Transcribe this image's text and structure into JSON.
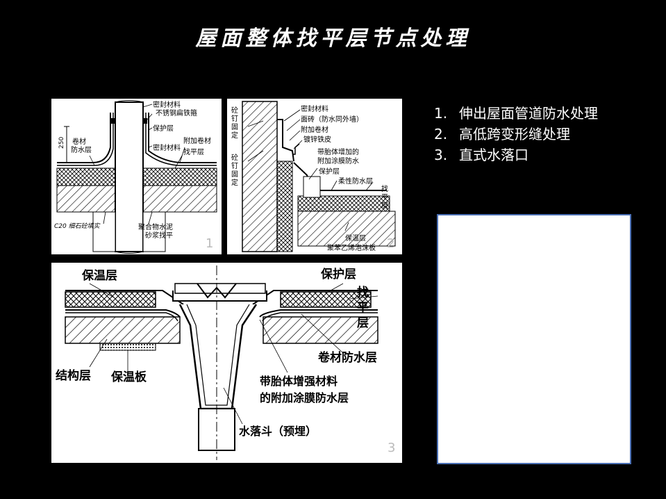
{
  "title": "屋面整体找平层节点处理",
  "list": [
    {
      "num": "1.",
      "text": "伸出屋面管道防水处理"
    },
    {
      "num": "2.",
      "text": "高低跨变形缝处理"
    },
    {
      "num": "3.",
      "text": "直式水落口"
    }
  ],
  "panel1": {
    "number": "1",
    "labels": {
      "sealant": "密封材料",
      "hoop": "不锈钢扁铁箍",
      "protect": "保护层",
      "dim": "250",
      "roll1": "卷材",
      "roll2": "防水层",
      "sealant2": "密封材料",
      "extra_roll": "附加卷材",
      "level": "找平层",
      "concrete": "C20 细石砼填实",
      "mortar1": "聚合物水泥",
      "mortar2": "砂浆找平"
    }
  },
  "panel2": {
    "number": "2",
    "labels": {
      "nail1a": "砼",
      "nail1b": "钉",
      "nail1c": "固",
      "nail1d": "定",
      "nail2a": "砼",
      "nail2b": "钉",
      "nail2c": "固",
      "nail2d": "定",
      "sealant": "密封材料",
      "brick": "面砖（防水同外墙）",
      "extra_roll": "附加卷材",
      "zinc": "镀锌铁皮",
      "fiber1": "带胎体增加的",
      "fiber2": "附加涂膜防水",
      "protect": "保护层",
      "flex": "柔性防水层",
      "lv1": "找",
      "lv2": "平",
      "lv3": "层",
      "insul": "保温层",
      "eps": "聚苯乙烯泡沫板"
    }
  },
  "panel3": {
    "number": "3",
    "labels": {
      "insul": "保温层",
      "protect": "保护层",
      "lv1": "找",
      "lv2": "平",
      "lv3": "层",
      "structure": "结构层",
      "insul_board": "保温板",
      "roll": "卷材防水层",
      "fiber1": "带胎体增强材料",
      "fiber2": "的附加涂膜防水层",
      "drain": "水落斗（预埋）"
    }
  }
}
